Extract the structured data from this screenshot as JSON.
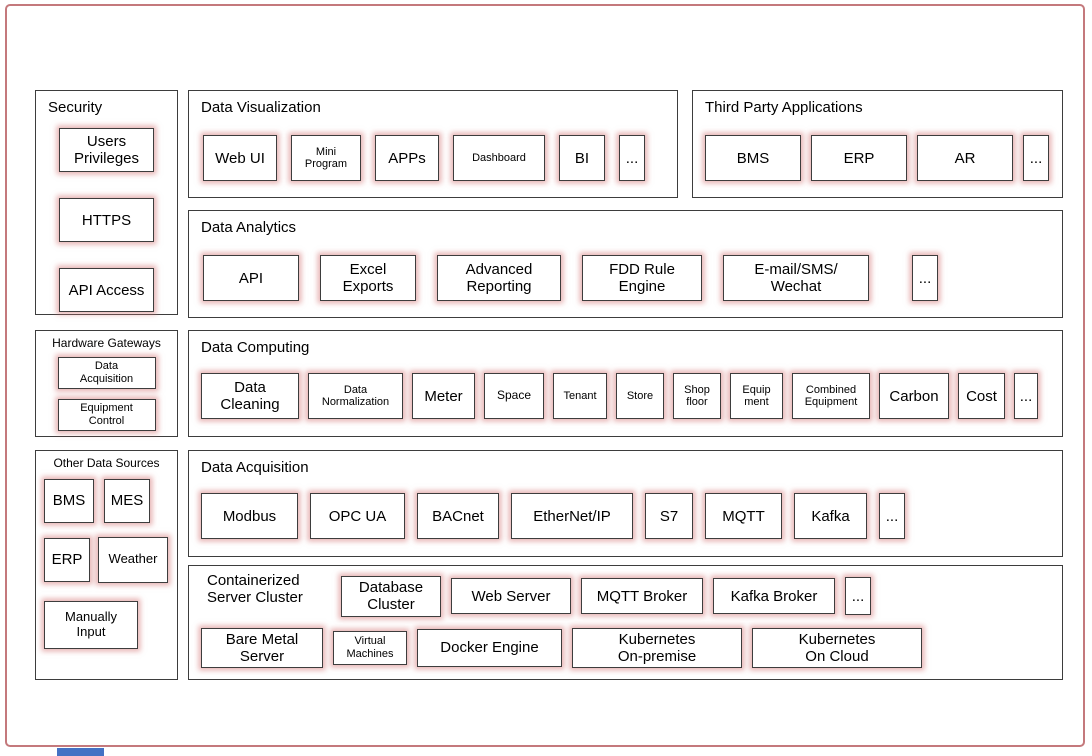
{
  "colors": {
    "frame_border": "#c4797c",
    "panel_border": "#3d3d3d",
    "box_glow": "#d57878",
    "accent_bar": "#4472c4"
  },
  "sections": {
    "security": {
      "title": "Security",
      "items": [
        "Users\nPrivileges",
        "HTTPS",
        "API Access"
      ]
    },
    "data_visualization": {
      "title": "Data Visualization",
      "items": [
        "Web UI",
        "Mini\nProgram",
        "APPs",
        "Dashboard",
        "BI",
        "..."
      ]
    },
    "third_party_applications": {
      "title": "Third Party Applications",
      "items": [
        "BMS",
        "ERP",
        "AR",
        "..."
      ]
    },
    "data_analytics": {
      "title": "Data Analytics",
      "items": [
        "API",
        "Excel\nExports",
        "Advanced\nReporting",
        "FDD Rule\nEngine",
        "E-mail/SMS/\nWechat",
        "..."
      ]
    },
    "hardware_gateways": {
      "title": "Hardware Gateways",
      "items": [
        "Data\nAcquisition",
        "Equipment\nControl"
      ]
    },
    "data_computing": {
      "title": "Data Computing",
      "items": [
        "Data\nCleaning",
        "Data\nNormalization",
        "Meter",
        "Space",
        "Tenant",
        "Store",
        "Shop\nfloor",
        "Equip\nment",
        "Combined\nEquipment",
        "Carbon",
        "Cost",
        "..."
      ]
    },
    "other_data_sources": {
      "title": "Other Data Sources",
      "items": [
        "BMS",
        "MES",
        "ERP",
        "Weather",
        "Manually\nInput"
      ]
    },
    "data_acquisition": {
      "title": "Data Acquisition",
      "items": [
        "Modbus",
        "OPC UA",
        "BACnet",
        "EtherNet/IP",
        "S7",
        "MQTT",
        "Kafka",
        "..."
      ]
    },
    "containerized_server_cluster": {
      "title": "Containerized\nServer Cluster",
      "row1": [
        "Database\nCluster",
        "Web Server",
        "MQTT Broker",
        "Kafka Broker",
        "..."
      ],
      "row2": [
        "Bare Metal\nServer",
        "Virtual\nMachines",
        "Docker Engine",
        "Kubernetes\nOn-premise",
        "Kubernetes\nOn Cloud"
      ]
    }
  }
}
